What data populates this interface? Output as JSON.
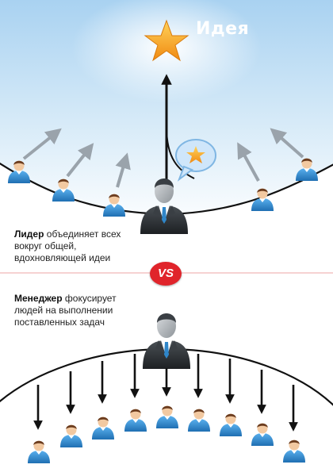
{
  "idea": {
    "title": "Идея"
  },
  "leader": {
    "head": "Лидер",
    "rest": "объединяет всех вокруг общей, вдохновляющей идеи"
  },
  "vs": {
    "label": "VS"
  },
  "manager": {
    "head": "Менеджер",
    "rest": "фокусирует людей на выполнении поставленных задач"
  },
  "colors": {
    "sky": "#c9e2f6",
    "arrow_gray": "#9aa3ab",
    "arrow_black": "#111111",
    "vs_red": "#e0242b",
    "divider": "#f3c4c4",
    "star": "#f5a623",
    "shirt_blue": "#2f86c9",
    "suit_dark": "#2b2f33"
  },
  "icons": [
    "star-icon",
    "speech-bubble-icon",
    "person-icon",
    "businessman-icon"
  ]
}
